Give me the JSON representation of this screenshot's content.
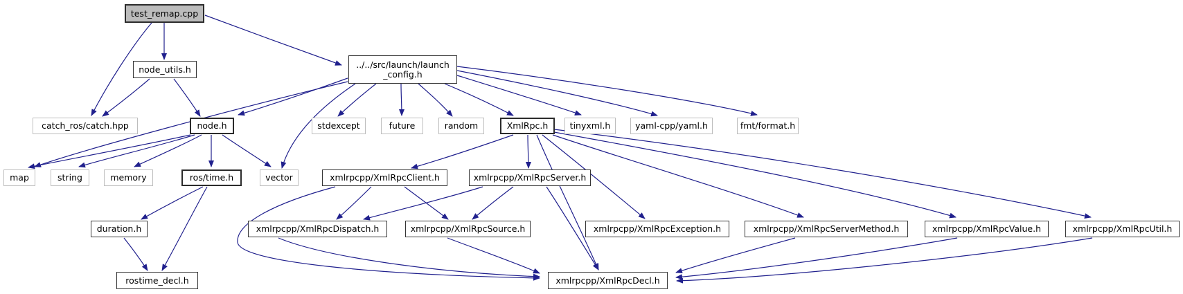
{
  "diagram": {
    "kind": "include-dependency-graph",
    "root_file": "test_remap.cpp",
    "colors": {
      "background": "#ffffff",
      "edge": "#20208d",
      "node_fill": "#ffffff",
      "root_fill": "#bcbcbc",
      "border_external": "#bdbdbd",
      "border_documented": "#353535"
    },
    "nodes": [
      {
        "id": "test_remap_cpp",
        "label": "test_remap.cpp"
      },
      {
        "id": "node_utils_h",
        "label": "node_utils.h"
      },
      {
        "id": "launch_config_h",
        "label": "../../src/launch/launch\n_config.h"
      },
      {
        "id": "catch_hpp",
        "label": "catch_ros/catch.hpp"
      },
      {
        "id": "node_h",
        "label": "node.h"
      },
      {
        "id": "stdexcept",
        "label": "stdexcept"
      },
      {
        "id": "future",
        "label": "future"
      },
      {
        "id": "random",
        "label": "random"
      },
      {
        "id": "xmlrpc_h",
        "label": "XmlRpc.h"
      },
      {
        "id": "tinyxml_h",
        "label": "tinyxml.h"
      },
      {
        "id": "yaml_h",
        "label": "yaml-cpp/yaml.h"
      },
      {
        "id": "fmt_h",
        "label": "fmt/format.h"
      },
      {
        "id": "map",
        "label": "map"
      },
      {
        "id": "string",
        "label": "string"
      },
      {
        "id": "memory",
        "label": "memory"
      },
      {
        "id": "ros_time_h",
        "label": "ros/time.h"
      },
      {
        "id": "vector",
        "label": "vector"
      },
      {
        "id": "client_h",
        "label": "xmlrpcpp/XmlRpcClient.h"
      },
      {
        "id": "server_h",
        "label": "xmlrpcpp/XmlRpcServer.h"
      },
      {
        "id": "duration_h",
        "label": "duration.h"
      },
      {
        "id": "dispatch_h",
        "label": "xmlrpcpp/XmlRpcDispatch.h"
      },
      {
        "id": "source_h",
        "label": "xmlrpcpp/XmlRpcSource.h"
      },
      {
        "id": "exception_h",
        "label": "xmlrpcpp/XmlRpcException.h"
      },
      {
        "id": "servermethod_h",
        "label": "xmlrpcpp/XmlRpcServerMethod.h"
      },
      {
        "id": "value_h",
        "label": "xmlrpcpp/XmlRpcValue.h"
      },
      {
        "id": "util_h",
        "label": "xmlrpcpp/XmlRpcUtil.h"
      },
      {
        "id": "rostime_decl_h",
        "label": "rostime_decl.h"
      },
      {
        "id": "decl_h",
        "label": "xmlrpcpp/XmlRpcDecl.h"
      }
    ],
    "edges": [
      {
        "from": "test_remap_cpp",
        "to": "node_utils_h"
      },
      {
        "from": "test_remap_cpp",
        "to": "catch_hpp"
      },
      {
        "from": "test_remap_cpp",
        "to": "launch_config_h"
      },
      {
        "from": "node_utils_h",
        "to": "catch_hpp"
      },
      {
        "from": "node_utils_h",
        "to": "node_h"
      },
      {
        "from": "launch_config_h",
        "to": "node_h"
      },
      {
        "from": "launch_config_h",
        "to": "map"
      },
      {
        "from": "launch_config_h",
        "to": "vector"
      },
      {
        "from": "launch_config_h",
        "to": "stdexcept"
      },
      {
        "from": "launch_config_h",
        "to": "future"
      },
      {
        "from": "launch_config_h",
        "to": "random"
      },
      {
        "from": "launch_config_h",
        "to": "xmlrpc_h"
      },
      {
        "from": "launch_config_h",
        "to": "tinyxml_h"
      },
      {
        "from": "launch_config_h",
        "to": "yaml_h"
      },
      {
        "from": "launch_config_h",
        "to": "fmt_h"
      },
      {
        "from": "node_h",
        "to": "map"
      },
      {
        "from": "node_h",
        "to": "string"
      },
      {
        "from": "node_h",
        "to": "memory"
      },
      {
        "from": "node_h",
        "to": "ros_time_h"
      },
      {
        "from": "node_h",
        "to": "vector"
      },
      {
        "from": "ros_time_h",
        "to": "duration_h"
      },
      {
        "from": "ros_time_h",
        "to": "rostime_decl_h"
      },
      {
        "from": "duration_h",
        "to": "rostime_decl_h"
      },
      {
        "from": "xmlrpc_h",
        "to": "client_h"
      },
      {
        "from": "xmlrpc_h",
        "to": "server_h"
      },
      {
        "from": "xmlrpc_h",
        "to": "exception_h"
      },
      {
        "from": "xmlrpc_h",
        "to": "servermethod_h"
      },
      {
        "from": "xmlrpc_h",
        "to": "value_h"
      },
      {
        "from": "xmlrpc_h",
        "to": "util_h"
      },
      {
        "from": "xmlrpc_h",
        "to": "decl_h"
      },
      {
        "from": "client_h",
        "to": "dispatch_h"
      },
      {
        "from": "client_h",
        "to": "source_h"
      },
      {
        "from": "client_h",
        "to": "decl_h"
      },
      {
        "from": "server_h",
        "to": "dispatch_h"
      },
      {
        "from": "server_h",
        "to": "source_h"
      },
      {
        "from": "server_h",
        "to": "decl_h"
      },
      {
        "from": "dispatch_h",
        "to": "decl_h"
      },
      {
        "from": "source_h",
        "to": "decl_h"
      },
      {
        "from": "servermethod_h",
        "to": "decl_h"
      },
      {
        "from": "value_h",
        "to": "decl_h"
      },
      {
        "from": "util_h",
        "to": "decl_h"
      }
    ]
  }
}
